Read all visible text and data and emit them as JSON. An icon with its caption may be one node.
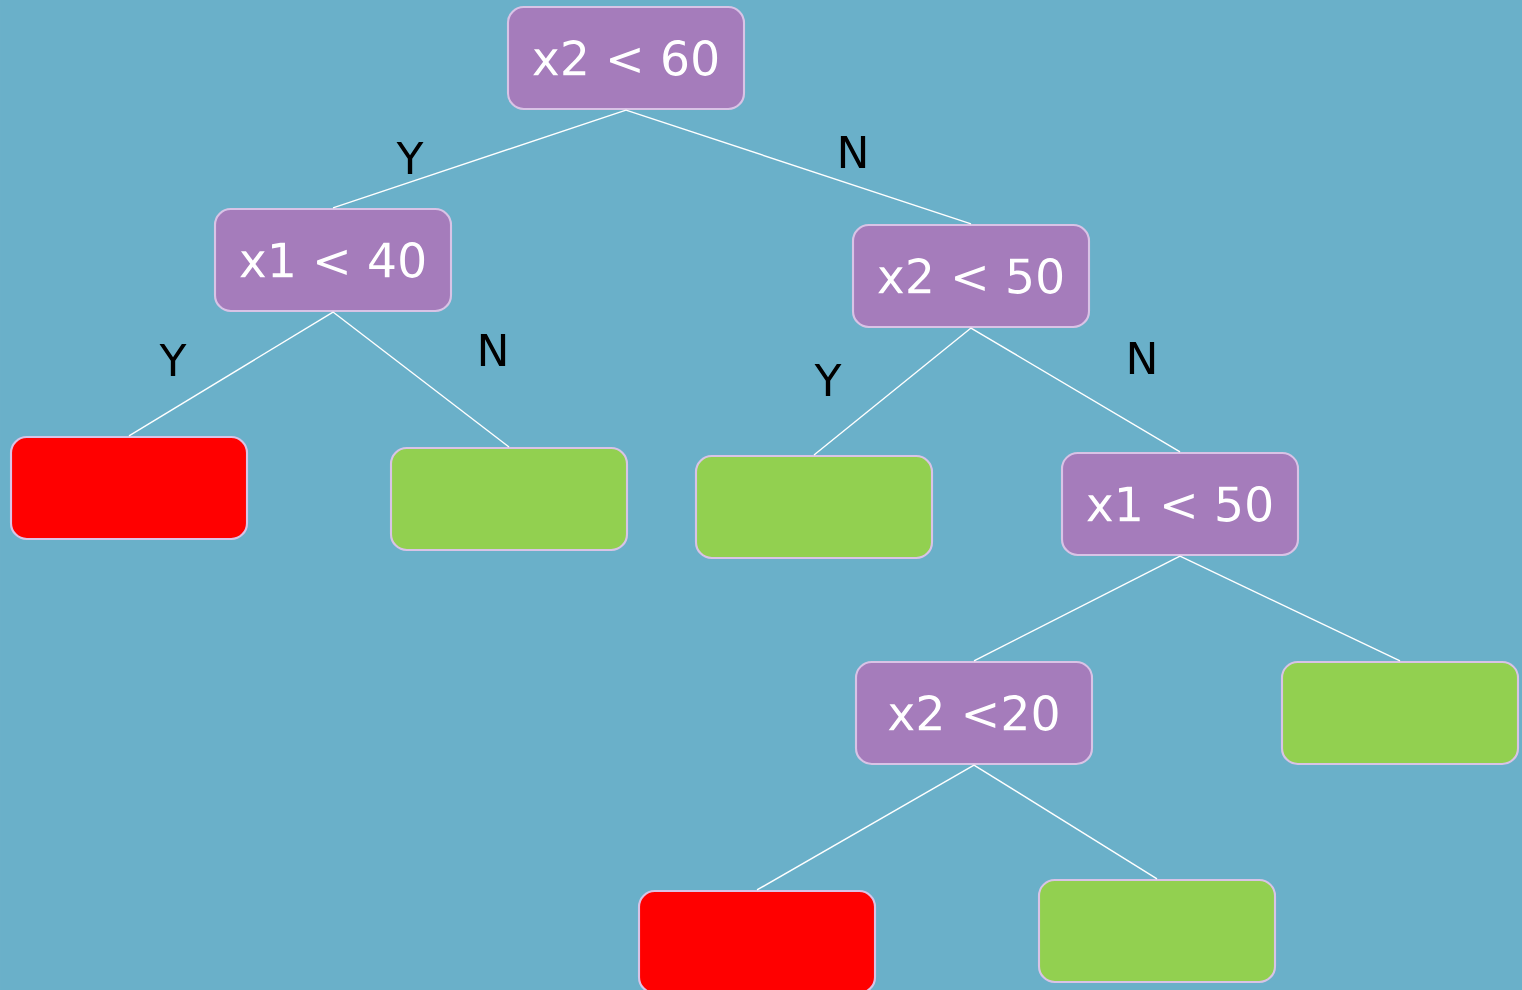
{
  "diagram": {
    "nodes": [
      {
        "text": [
          "x2 < 60"
        ]
      },
      {
        "text": [
          "x1 < 40"
        ]
      },
      {
        "text": [
          "x2 < 50"
        ]
      },
      {
        "text": [],
        "shape": "box"
      },
      {
        "text": [],
        "shape": "box"
      },
      {
        "text": [],
        "shape": "box"
      },
      {
        "text": [
          "x1 < 50"
        ]
      },
      {
        "text": [
          "x2 <20"
        ]
      },
      {
        "text": [],
        "shape": "box"
      },
      {
        "text": [],
        "shape": "box"
      },
      {
        "text": [],
        "shape": "box"
      }
    ],
    "edges": [
      {
        "from": 0,
        "to": 1,
        "arrow": "none",
        "label": "Y"
      },
      {
        "from": 0,
        "to": 2,
        "arrow": "none",
        "label": "N"
      },
      {
        "from": 1,
        "to": 3,
        "arrow": "none",
        "label": "Y"
      },
      {
        "from": 1,
        "to": 4,
        "arrow": "none",
        "label": "N"
      },
      {
        "from": 2,
        "to": 5,
        "arrow": "none",
        "label": "Y"
      },
      {
        "from": 2,
        "to": 6,
        "arrow": "none",
        "label": "N"
      },
      {
        "from": 6,
        "to": 7,
        "arrow": "none"
      },
      {
        "from": 6,
        "to": 8,
        "arrow": "none"
      },
      {
        "from": 7,
        "to": 9,
        "arrow": "none"
      },
      {
        "from": 7,
        "to": 10,
        "arrow": "none"
      }
    ]
  }
}
